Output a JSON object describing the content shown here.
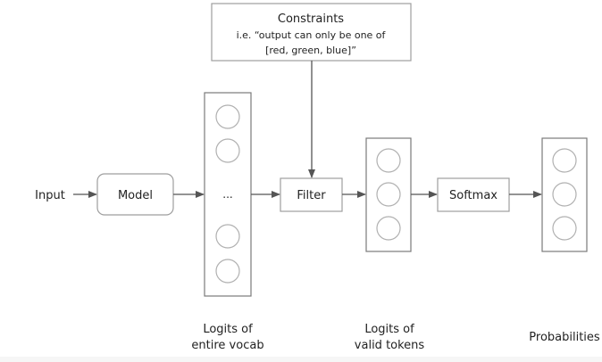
{
  "diagram": {
    "constraints": {
      "title": "Constraints",
      "line1": "i.e. “output can only be one of",
      "line2": "[red, green, blue]”"
    },
    "input_label": "Input",
    "model_label": "Model",
    "filter_label": "Filter",
    "softmax_label": "Softmax",
    "ellipsis": "...",
    "captions": {
      "vocab_line1": "Logits of",
      "vocab_line2": "entire vocab",
      "valid_line1": "Logits of",
      "valid_line2": "valid tokens",
      "probabilities": "Probabilities"
    },
    "colors": {
      "box_border": "#9e9e9e",
      "column_border": "#7a7a7a",
      "arrow": "#555555",
      "circle": "#b0b0b0"
    }
  }
}
